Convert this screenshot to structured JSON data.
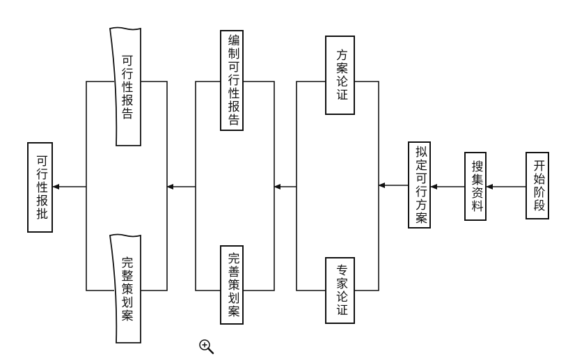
{
  "diagram": {
    "start": "开始阶段",
    "collect": "搜集资料",
    "draft_plans": "拟定可行方案",
    "plan_review": "方案论证",
    "expert_review": "专家论证",
    "compile_report": "编制可行性报告",
    "refine_plan": "完善策划案",
    "feasibility_report": "可行性报告",
    "complete_plan": "完整策划案",
    "approval": "可行性报批"
  },
  "colors": {
    "line": "#111111",
    "background": "#ffffff"
  },
  "icons": {
    "zoom": "zoom-in-icon"
  }
}
